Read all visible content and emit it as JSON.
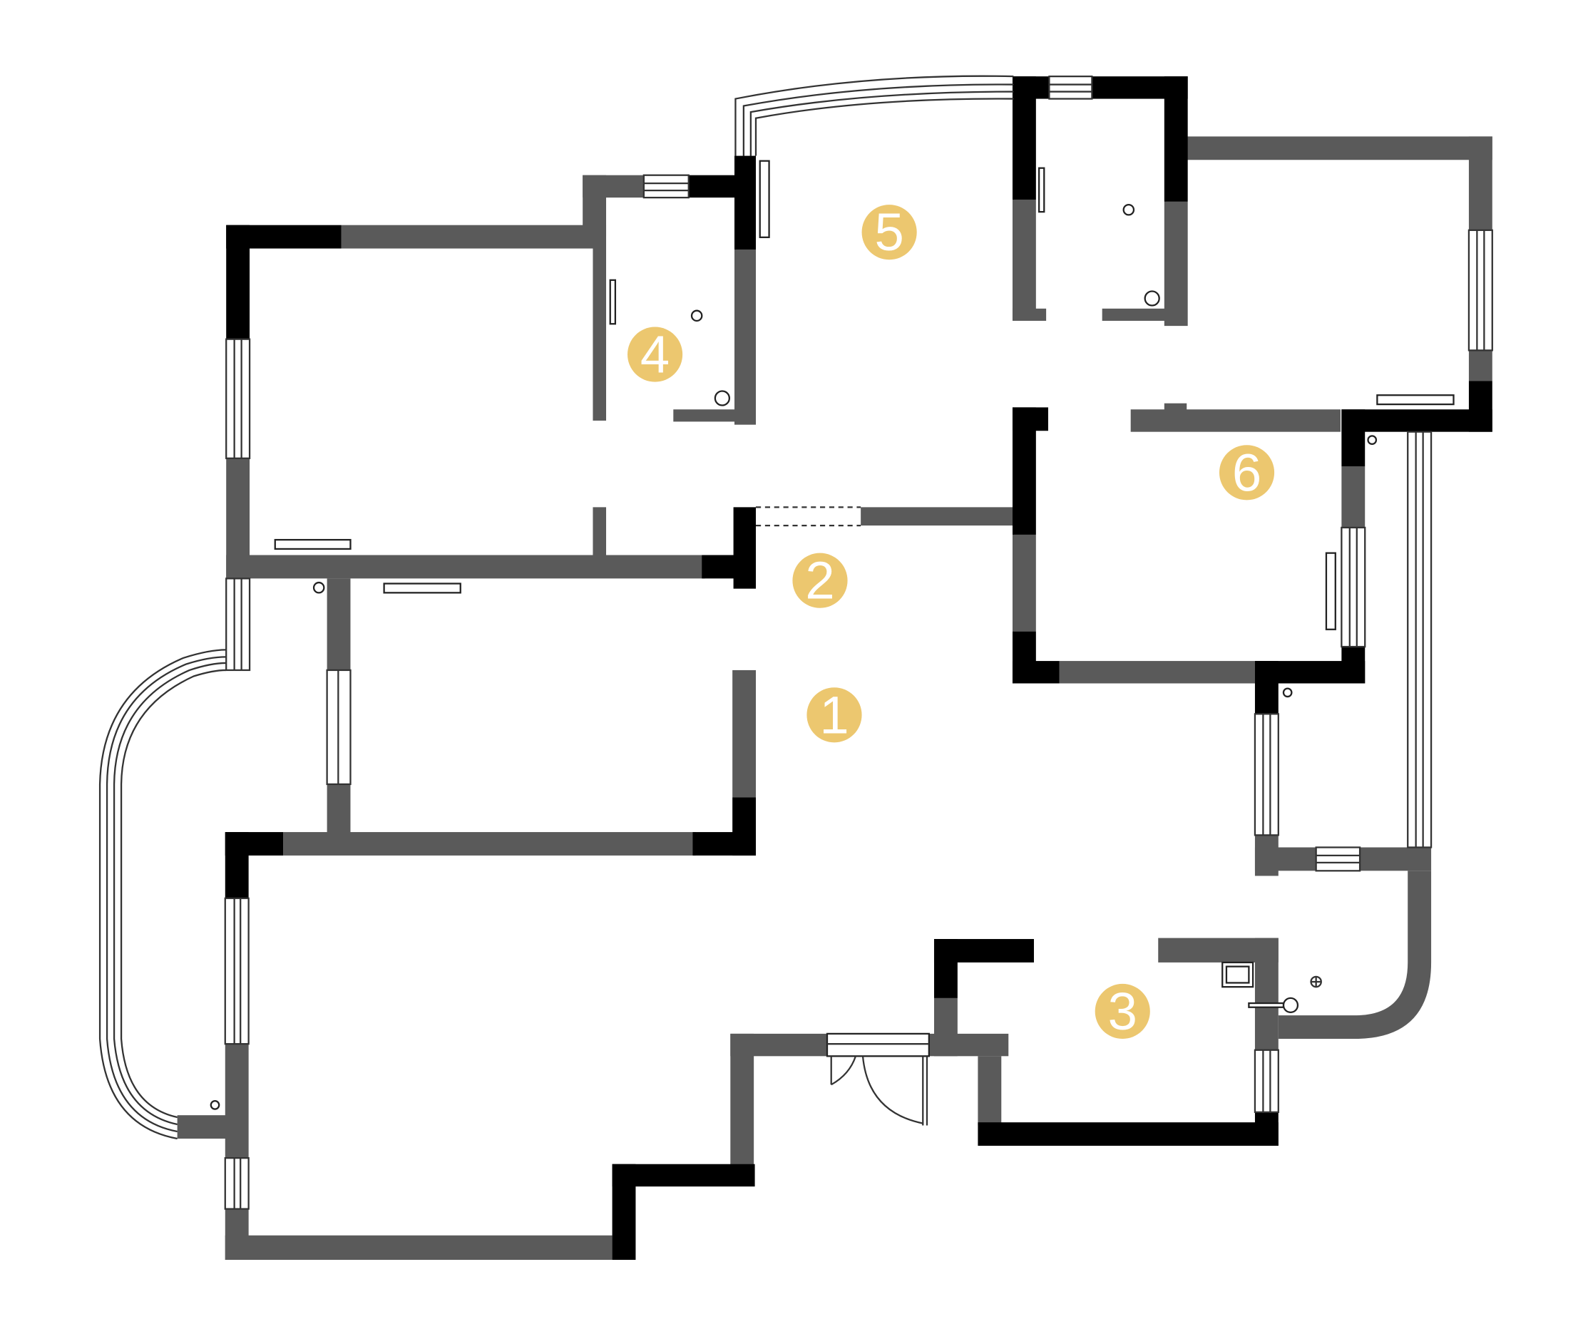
{
  "diagram": {
    "kind": "floor-plan",
    "colors": {
      "background": "#ffffff",
      "wall_structural": "#000000",
      "wall_partition": "#5a5a5a",
      "marker_fill": "#ecc76f",
      "marker_text": "#ffffff"
    },
    "room_markers": [
      {
        "id": "room-1",
        "label": "1"
      },
      {
        "id": "room-2",
        "label": "2"
      },
      {
        "id": "room-3",
        "label": "3"
      },
      {
        "id": "room-4",
        "label": "4"
      },
      {
        "id": "room-5",
        "label": "5"
      },
      {
        "id": "room-6",
        "label": "6"
      }
    ]
  }
}
